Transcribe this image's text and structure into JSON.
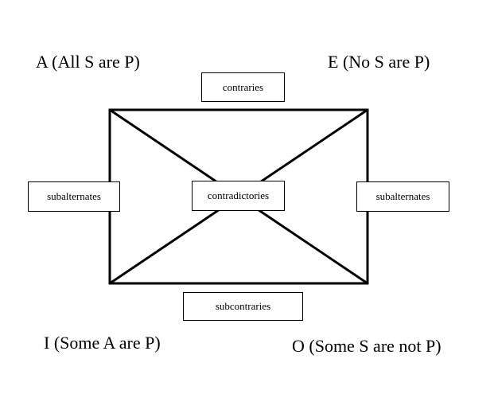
{
  "corners": {
    "a": "A (All S are P)",
    "e": "E (No S are P)",
    "i": "I (Some A are P)",
    "o": "O (Some S are not P)"
  },
  "relations": {
    "contraries": "contraries",
    "subalternates_left": "subalternates",
    "contradictories": "contradictories",
    "subalternates_right": "subalternates",
    "subcontraries": "subcontraries"
  }
}
